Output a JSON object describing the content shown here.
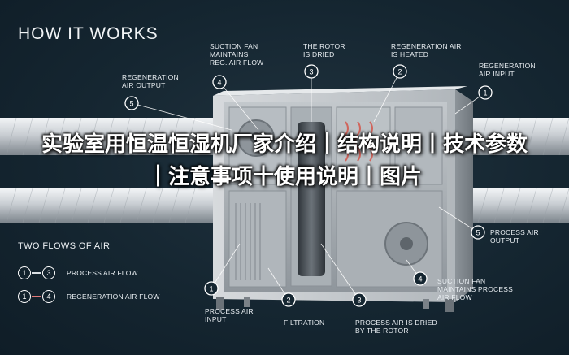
{
  "title": "HOW IT WORKS",
  "callouts": [
    {
      "id": "suction-fan-top",
      "num": "4",
      "text": "SUCTION FAN\nMAINTAINS\nREG. AIR FLOW"
    },
    {
      "id": "rotor-dried",
      "num": "3",
      "text": "THE ROTOR\nIS DRIED"
    },
    {
      "id": "regen-heated",
      "num": "2",
      "text": "REGENERATION AIR\nIS HEATED"
    },
    {
      "id": "regen-input",
      "num": "1",
      "text": "REGENERATION\nAIR INPUT"
    },
    {
      "id": "regen-output-left",
      "num": "5",
      "text": "REGENERATION\nAIR OUTPUT"
    },
    {
      "id": "process-output-right",
      "num": "5",
      "text": "PROCESS AIR\nOUTPUT"
    },
    {
      "id": "suction-fan-process",
      "num": "4",
      "text": "SUCTION FAN\nMAINTAINS PROCESS\nAIR FLOW"
    },
    {
      "id": "process-input",
      "num": "1",
      "text": "PROCESS AIR\nINPUT"
    },
    {
      "id": "filtration",
      "num": "2",
      "text": "FILTRATION"
    },
    {
      "id": "process-dried",
      "num": "3",
      "text": "PROCESS AIR IS DRIED\nBY THE ROTOR"
    }
  ],
  "flows": {
    "title": "TWO FLOWS OF AIR",
    "items": [
      {
        "from": "1",
        "to": "3",
        "label": "PROCESS AIR FLOW",
        "color": "#d9dfe4"
      },
      {
        "from": "1",
        "to": "4",
        "label": "REGENERATION AIR FLOW",
        "color": "#e07a7a"
      }
    ]
  },
  "overlay_text": "实验室用恒温恒湿机厂家介绍｜结构说明丨技术参数｜注意事项十使用说明丨图片"
}
